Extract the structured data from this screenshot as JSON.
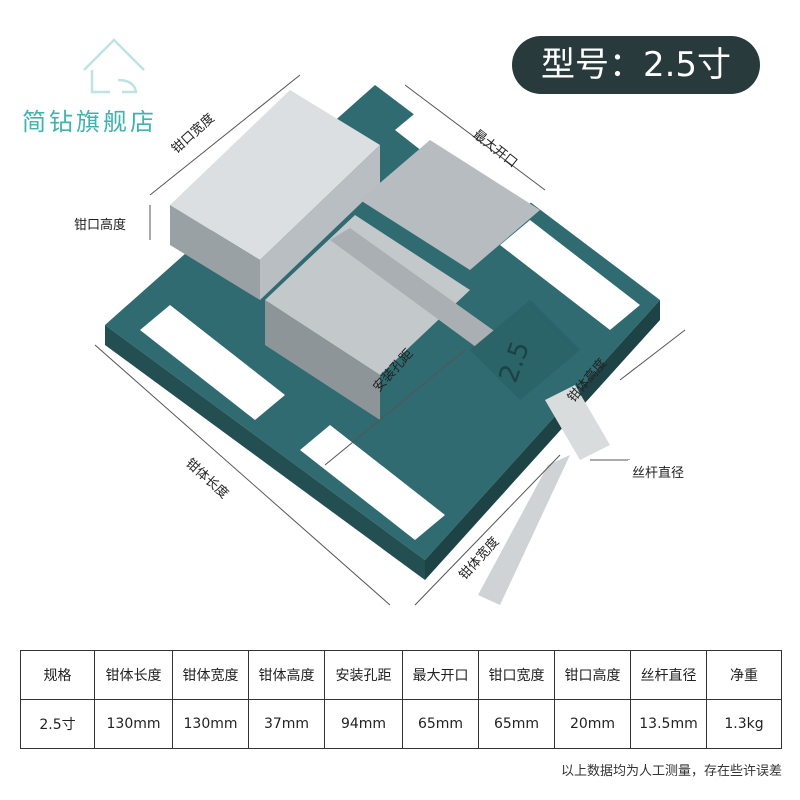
{
  "logo": {
    "text": "简钻旗舰店"
  },
  "model_badge": {
    "text": "型号：2.5寸"
  },
  "dimension_labels": {
    "jaw_width": "钳口宽度",
    "max_opening": "最大开口",
    "jaw_height": "钳口高度",
    "mount_spacing": "安装孔距",
    "body_height": "钳体高度",
    "screw_diameter": "丝杆直径",
    "body_length": "钳体长度",
    "body_width": "钳体宽度",
    "casting_mark": "2.5"
  },
  "spec_table": {
    "headers": [
      "规格",
      "钳体长度",
      "钳体宽度",
      "钳体高度",
      "安装孔距",
      "最大开口",
      "钳口宽度",
      "钳口高度",
      "丝杆直径",
      "净重"
    ],
    "row": [
      "2.5寸",
      "130mm",
      "130mm",
      "37mm",
      "94mm",
      "65mm",
      "65mm",
      "20mm",
      "13.5mm",
      "1.3kg"
    ]
  },
  "footnote": "以上数据均为人工测量，存在些许误差",
  "colors": {
    "vise_body": "#2f6b70",
    "badge": "#283a3c",
    "logo": "#3fb3ad",
    "steel": "#c9cdd0"
  }
}
